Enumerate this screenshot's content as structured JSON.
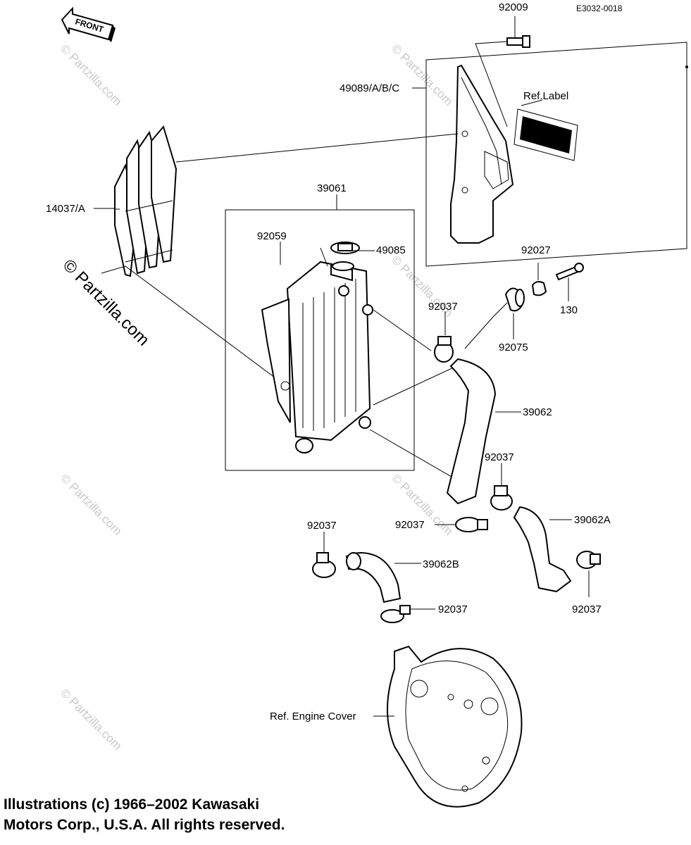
{
  "diagram_code": "E3032-0018",
  "front_arrow": {
    "label": "FRONT",
    "icon": "front-arrow-icon"
  },
  "watermark": {
    "text": "© Partzilla.com",
    "small_text": "© Partzilla.com"
  },
  "callouts": {
    "c92009_top": "92009",
    "c49089": "49089/A/B/C",
    "ref_label": "Ref.Label",
    "c39061": "39061",
    "c14037": "14037/A",
    "c92059": "92059",
    "c49085": "49085",
    "c92027": "92027",
    "c130": "130",
    "c92037_a": "92037",
    "c92075": "92075",
    "c39062": "39062",
    "c92037_b": "92037",
    "c39062A": "39062A",
    "c92037_c": "92037",
    "c92037_d": "92037",
    "c39062B": "39062B",
    "c92037_e": "92037",
    "c92037_f": "92037",
    "ref_engine_cover": "Ref. Engine Cover"
  },
  "copyright": {
    "line1": "Illustrations (c) 1966–2002 Kawasaki",
    "line2": "Motors Corp., U.S.A.  All rights reserved."
  }
}
